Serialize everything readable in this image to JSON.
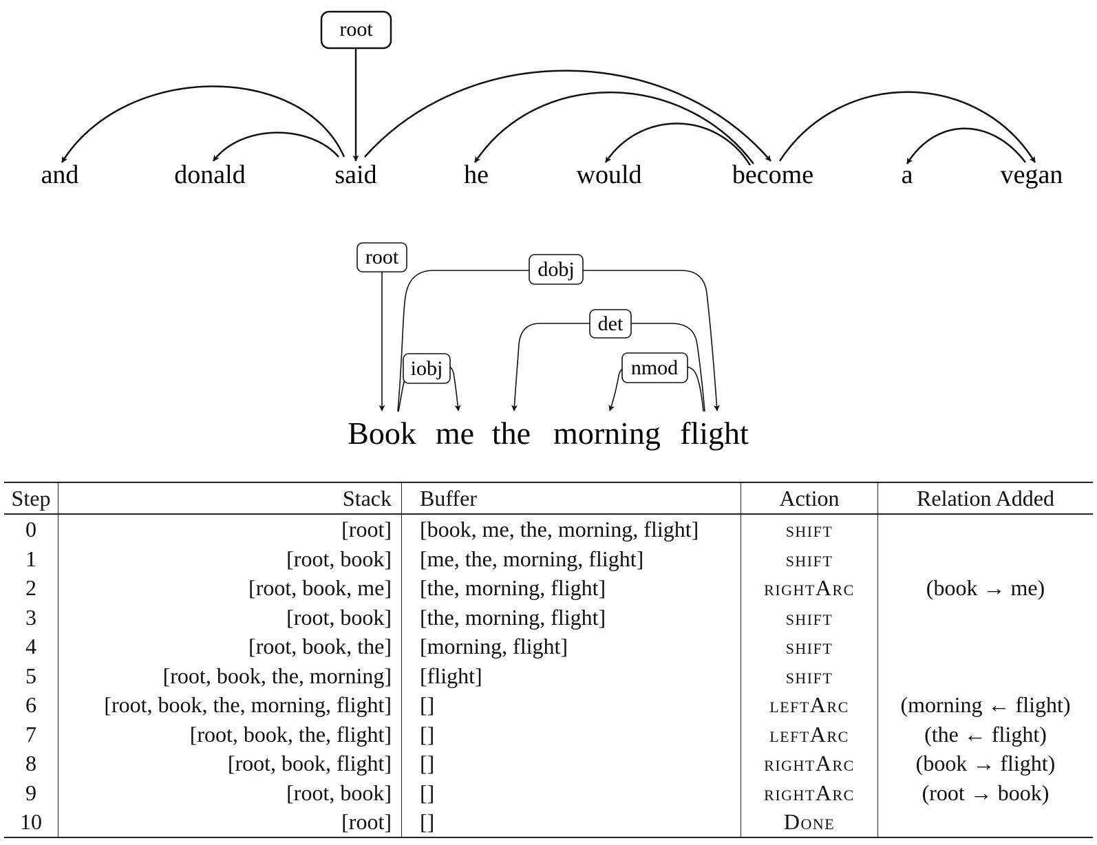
{
  "tree1": {
    "root_label": "root",
    "words": [
      "and",
      "donald",
      "said",
      "he",
      "would",
      "become",
      "a",
      "vegan"
    ]
  },
  "tree2": {
    "root_label": "root",
    "words": [
      "Book",
      "me",
      "the",
      "morning",
      "flight"
    ],
    "arc_labels": {
      "dobj": "dobj",
      "det": "det",
      "iobj": "iobj",
      "nmod": "nmod"
    }
  },
  "table": {
    "headers": [
      "Step",
      "Stack",
      "Buffer",
      "Action",
      "Relation Added"
    ],
    "rows": [
      [
        "0",
        "[root]",
        "[book, me, the, morning, flight]",
        "shift",
        ""
      ],
      [
        "1",
        "[root, book]",
        "[me, the, morning, flight]",
        "shift",
        ""
      ],
      [
        "2",
        "[root, book, me]",
        "[the, morning, flight]",
        "rightArc",
        "(book → me)"
      ],
      [
        "3",
        "[root, book]",
        "[the, morning, flight]",
        "shift",
        ""
      ],
      [
        "4",
        "[root, book, the]",
        "[morning, flight]",
        "shift",
        ""
      ],
      [
        "5",
        "[root, book, the, morning]",
        "[flight]",
        "shift",
        ""
      ],
      [
        "6",
        "[root, book, the, morning, flight]",
        "[]",
        "leftArc",
        "(morning ← flight)"
      ],
      [
        "7",
        "[root, book, the, flight]",
        "[]",
        "leftArc",
        "(the ← flight)"
      ],
      [
        "8",
        "[root, book, flight]",
        "[]",
        "rightArc",
        "(book → flight)"
      ],
      [
        "9",
        "[root, book]",
        "[]",
        "rightArc",
        "(root → book)"
      ],
      [
        "10",
        "[root]",
        "[]",
        "Done",
        ""
      ]
    ]
  }
}
